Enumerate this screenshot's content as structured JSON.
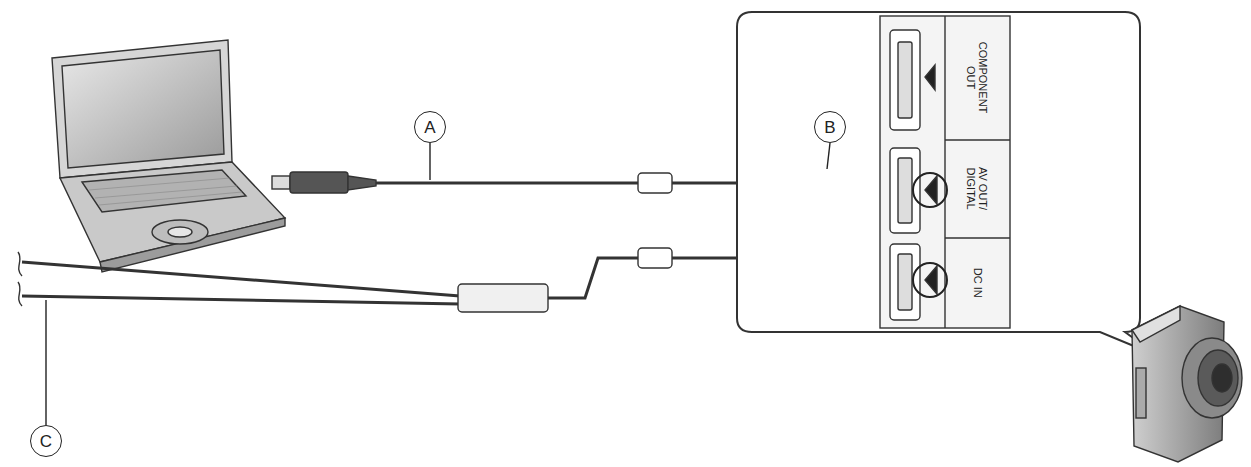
{
  "diagram": {
    "nodes": [
      {
        "text": [
          "A"
        ]
      },
      {
        "text": [
          "B"
        ]
      },
      {
        "text": [
          "C"
        ]
      }
    ],
    "labels": [
      "COMPONENT OUT",
      "AV OUT/ DIGITAL",
      "DC IN"
    ]
  }
}
